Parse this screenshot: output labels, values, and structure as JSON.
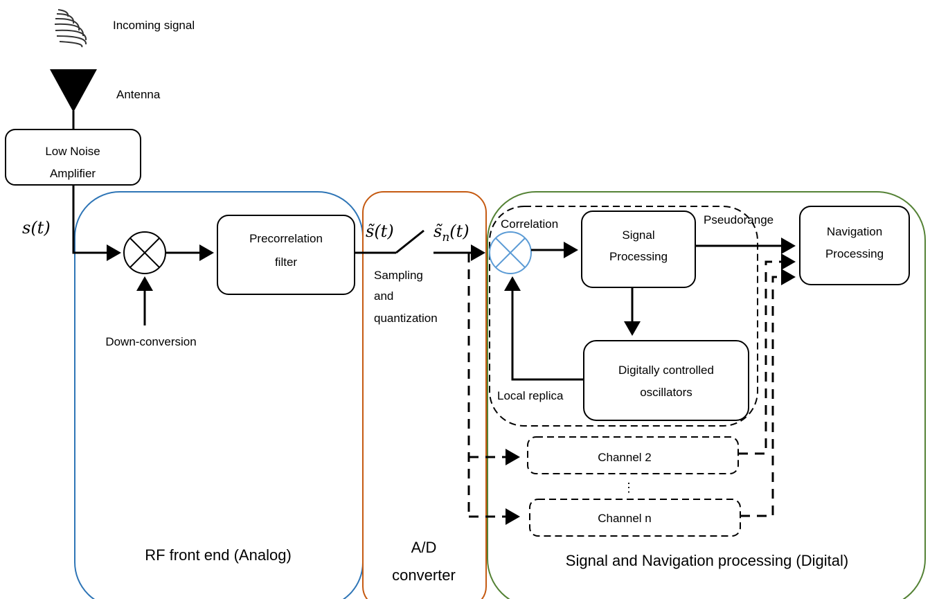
{
  "labels": {
    "incoming_signal": "Incoming signal",
    "antenna": "Antenna",
    "lna_line1": "Low Noise",
    "lna_line2": "Amplifier",
    "s_t": "s(t)",
    "down_conversion": "Down-conversion",
    "precorrelation_line1": "Precorrelation",
    "precorrelation_line2": "filter",
    "s_tilde_t": "s̃(t)",
    "s_tilde_n_base": "s̃",
    "s_tilde_n_sub": "n",
    "s_tilde_n_arg": "(t)",
    "sampling_line1": "Sampling",
    "sampling_line2": "and",
    "sampling_line3": "quantization",
    "correlation": "Correlation",
    "signal_processing_line1": "Signal",
    "signal_processing_line2": "Processing",
    "pseudorange": "Pseudorange",
    "navigation_line1": "Navigation",
    "navigation_line2": "Processing",
    "dco_line1": "Digitally controlled",
    "dco_line2": "oscillators",
    "local_replica": "Local replica",
    "channel_2": "Channel 2",
    "channel_dots": "⋮",
    "channel_n": "Channel n"
  },
  "regions": {
    "rf_label": "RF front end (Analog)",
    "ad_line1": "A/D",
    "ad_line2": "converter",
    "digital_label": "Signal and Navigation processing (Digital)"
  },
  "colors": {
    "rf": "#2e75b6",
    "ad": "#c55a11",
    "digital": "#548235",
    "correlator": "#5b9bd5"
  }
}
